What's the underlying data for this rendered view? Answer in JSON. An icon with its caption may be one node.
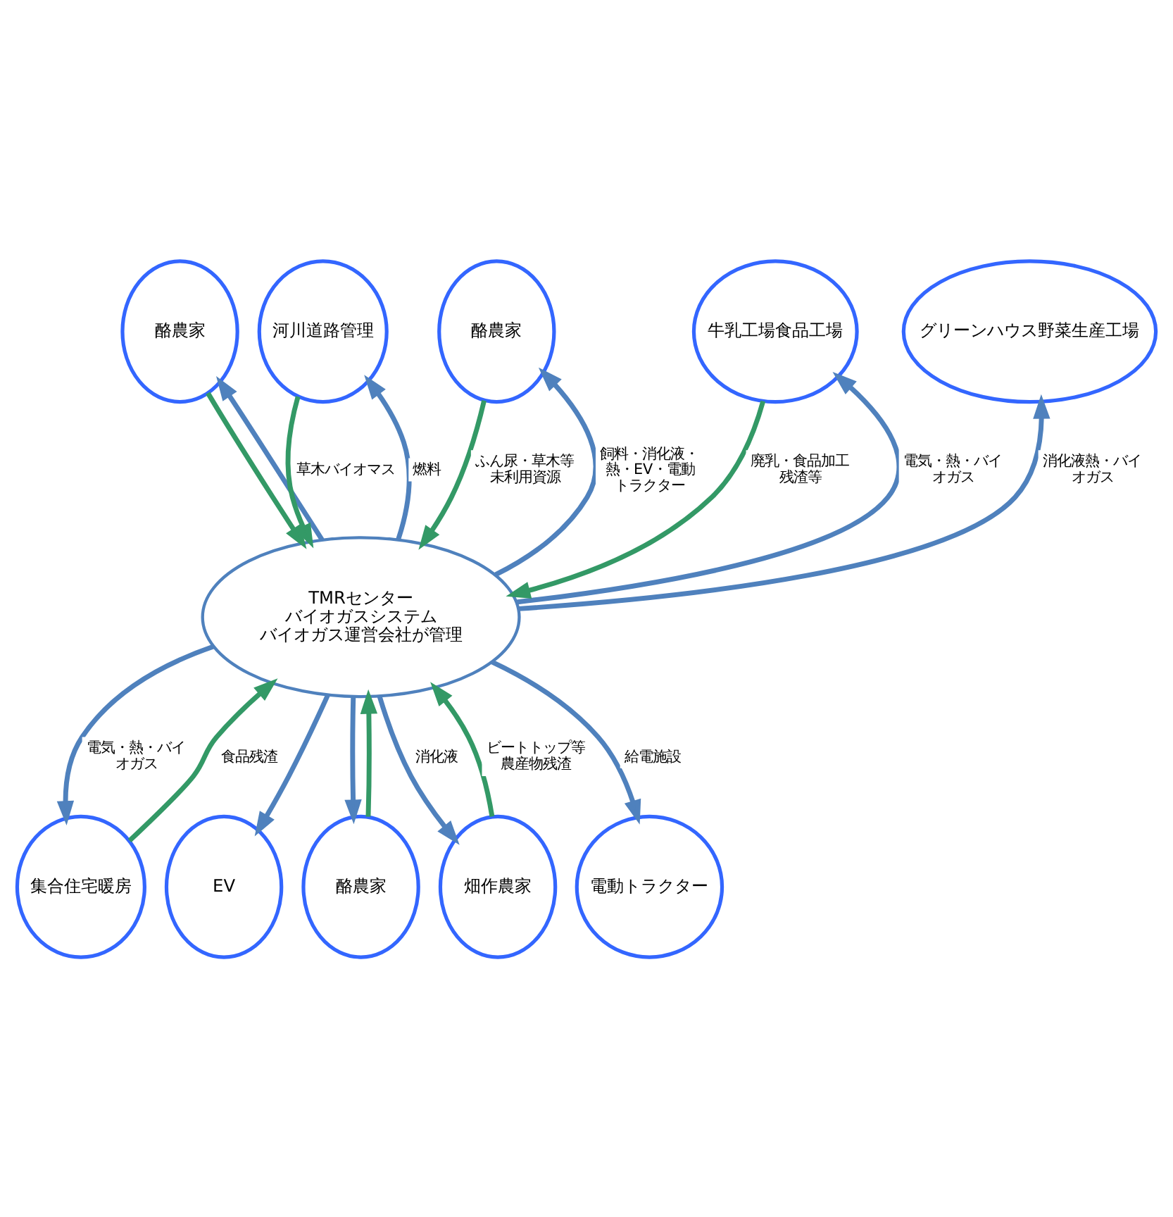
{
  "diagram": {
    "nodes": [
      {
        "text": [
          "TMRセンター",
          "バイオガスシステム",
          "バイオガス運営会社が管理"
        ]
      },
      {
        "text": [
          "酪農家"
        ]
      },
      {
        "text": [
          "河川道路管理"
        ]
      },
      {
        "text": [
          "酪農家"
        ]
      },
      {
        "text": [
          "牛乳工場食品工場"
        ]
      },
      {
        "text": [
          "グリーンハウス野菜生産工場"
        ]
      },
      {
        "text": [
          "集合住宅暖房"
        ]
      },
      {
        "text": [
          "EV"
        ]
      },
      {
        "text": [
          "酪農家"
        ]
      },
      {
        "text": [
          "畑作農家"
        ]
      },
      {
        "text": [
          "電動トラクター"
        ]
      }
    ],
    "edges": [
      {
        "from": 1,
        "to": 0,
        "arrow": "to",
        "color": "#339966"
      },
      {
        "from": 0,
        "to": 1,
        "arrow": "to"
      },
      {
        "from": 2,
        "to": 0,
        "arrow": "to",
        "label": "草木バイオマス",
        "color": "#339966"
      },
      {
        "from": 0,
        "to": 2,
        "arrow": "to",
        "label": "燃料"
      },
      {
        "from": 3,
        "to": 0,
        "arrow": "to",
        "label": "ふん尿・草木等未利用資源",
        "color": "#339966"
      },
      {
        "from": 0,
        "to": 3,
        "arrow": "to",
        "label": "飼料・消化液・熱・EV・電動トラクター"
      },
      {
        "from": 0,
        "to": 4,
        "arrow": "to",
        "label": "電気・熱・バイオガス"
      },
      {
        "from": 4,
        "to": 0,
        "arrow": "to",
        "label": "廃乳・食品加工残渣等",
        "color": "#339966"
      },
      {
        "from": 0,
        "to": 5,
        "arrow": "to",
        "label": "消化液熱・バイオガス"
      },
      {
        "from": 0,
        "to": 6,
        "arrow": "to",
        "label": "電気・熱・バイオガス"
      },
      {
        "from": 6,
        "to": 0,
        "arrow": "to",
        "label": "食品残渣",
        "color": "#339966"
      },
      {
        "from": 0,
        "to": 7,
        "arrow": "to"
      },
      {
        "from": 0,
        "to": 10,
        "arrow": "to",
        "label": "給電施設"
      },
      {
        "from": 0,
        "to": 8,
        "arrow": "to"
      },
      {
        "from": 8,
        "to": 0,
        "arrow": "to",
        "color": "#339966"
      },
      {
        "from": 9,
        "to": 0,
        "arrow": "to",
        "label": "ビートトップ等農産物残渣",
        "color": "#339966"
      },
      {
        "from": 0,
        "to": 9,
        "arrow": "to",
        "label": "消化液"
      }
    ]
  }
}
